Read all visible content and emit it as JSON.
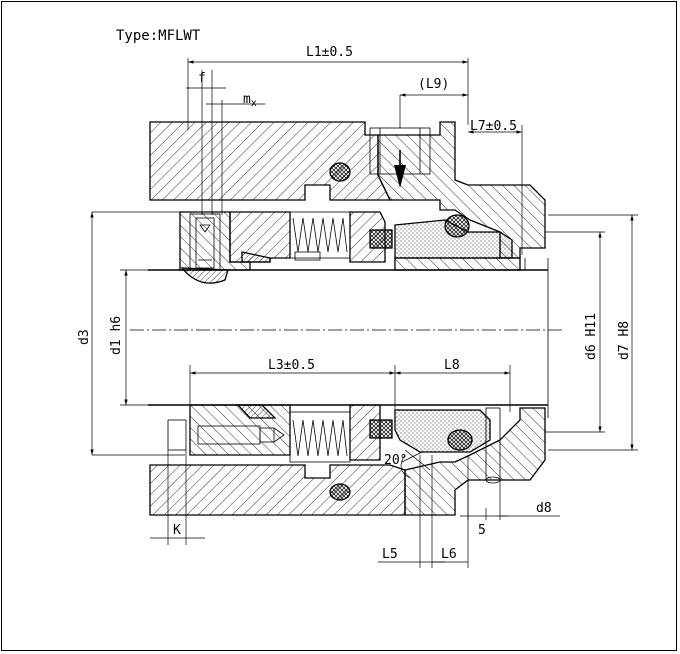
{
  "title": "Type:MFLWT",
  "dimensions": {
    "L1": "L1±0.5",
    "L9": "(L9)",
    "L7": "L7±0.5",
    "L3": "L3±0.5",
    "L8": "L8",
    "L5": "L5",
    "L6": "L6",
    "f": "f",
    "mx": "m",
    "mx_sub": "x",
    "K": "K",
    "five": "5",
    "d8": "d8",
    "d3": "d3",
    "d1": "d1 h6",
    "d6": "d6 H11",
    "d7": "d7 H8",
    "angle": "20°"
  }
}
